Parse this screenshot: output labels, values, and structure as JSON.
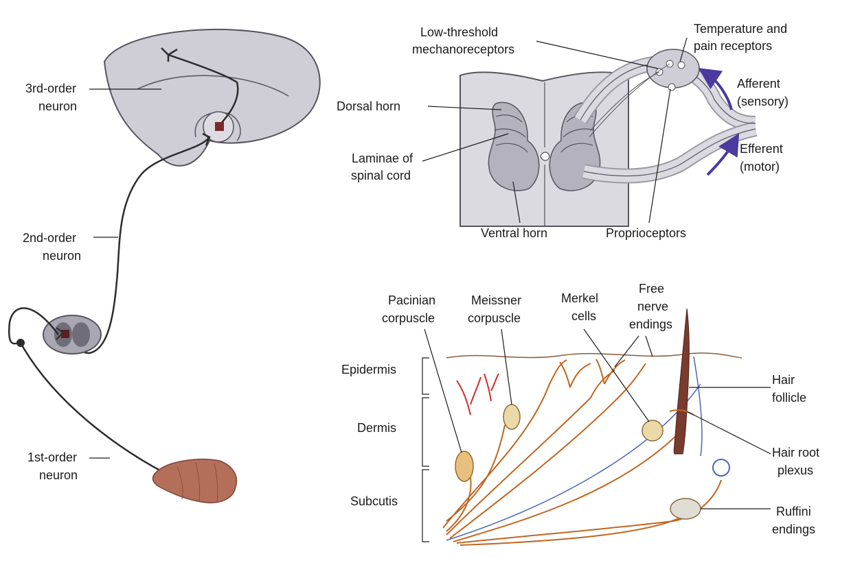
{
  "labels": {
    "third_order_1": "3rd-order",
    "third_order_2": "neuron",
    "second_order_1": "2nd-order",
    "second_order_2": "neuron",
    "first_order_1": "1st-order",
    "first_order_2": "neuron",
    "low_threshold_1": "Low-threshold",
    "low_threshold_2": "mechanoreceptors",
    "temp_pain_1": "Temperature and",
    "temp_pain_2": "pain receptors",
    "dorsal_horn": "Dorsal horn",
    "laminae_1": "Laminae of",
    "laminae_2": "spinal cord",
    "afferent_1": "Afferent",
    "afferent_2": "(sensory)",
    "efferent_1": "Efferent",
    "efferent_2": "(motor)",
    "ventral_horn": "Ventral horn",
    "proprioceptors": "Proprioceptors",
    "pacinian_1": "Pacinian",
    "pacinian_2": "corpuscle",
    "meissner_1": "Meissner",
    "meissner_2": "corpuscle",
    "merkel_1": "Merkel",
    "merkel_2": "cells",
    "free_nerve_1": "Free",
    "free_nerve_2": "nerve",
    "free_nerve_3": "endings",
    "epidermis": "Epidermis",
    "dermis": "Dermis",
    "subcutis": "Subcutis",
    "hair_follicle_1": "Hair",
    "hair_follicle_2": "follicle",
    "hair_root_1": "Hair root",
    "hair_root_2": "plexus",
    "ruffini_1": "Ruffini",
    "ruffini_2": "endings"
  },
  "colors": {
    "tissue_fill": "#cfcdd6",
    "tissue_stroke": "#55535c",
    "nerve_fiber": "#c0651f",
    "capillary": "#d42a2a",
    "hair_shaft": "#7a3b2e",
    "arrow": "#4c3a9e",
    "hand": "#b46f5a",
    "blue_fiber": "#4a64b8"
  }
}
